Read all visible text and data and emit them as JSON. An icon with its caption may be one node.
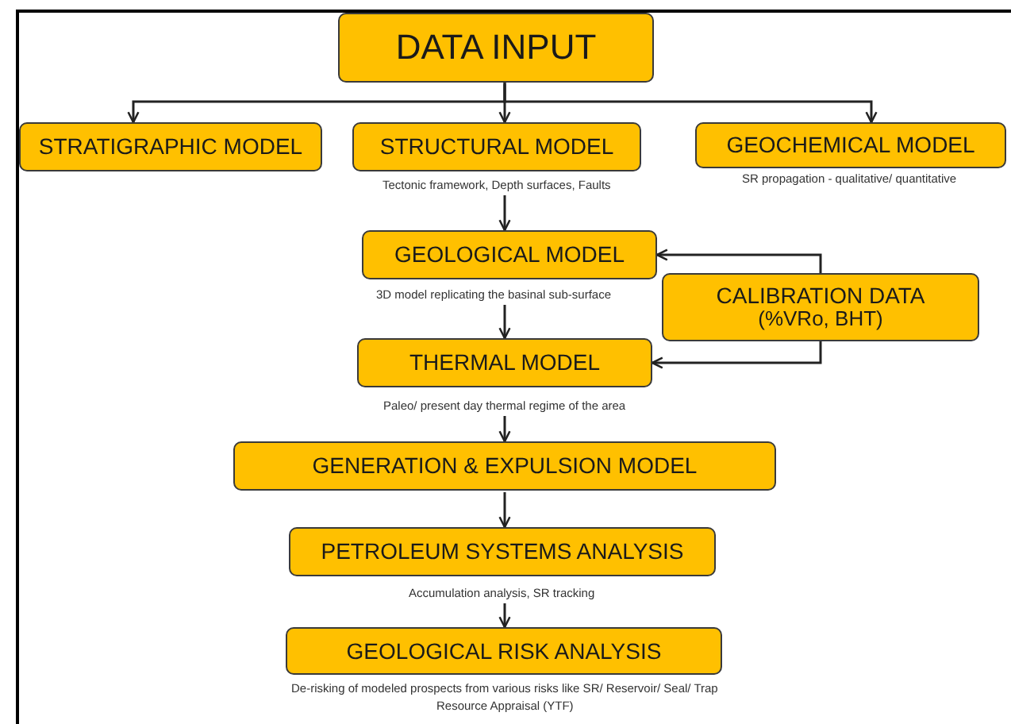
{
  "diagram": {
    "nodes": [
      {
        "text": [
          "DATA INPUT"
        ]
      },
      {
        "text": [
          "STRATIGRAPHIC MODEL"
        ]
      },
      {
        "text": [
          "STRUCTURAL MODEL"
        ],
        "beside": [
          "Tectonic framework, Depth surfaces, Faults"
        ]
      },
      {
        "text": [
          "GEOCHEMICAL MODEL"
        ],
        "beside": [
          "SR propagation - qualitative/ quantitative"
        ]
      },
      {
        "text": [
          "GEOLOGICAL MODEL"
        ],
        "beside": [
          "3D model replicating the basinal sub-surface"
        ]
      },
      {
        "text": [
          "CALIBRATION DATA",
          "(%VRo, BHT)"
        ]
      },
      {
        "text": [
          "THERMAL MODEL"
        ],
        "beside": [
          "Paleo/ present day thermal regime of the area"
        ]
      },
      {
        "text": [
          "GENERATION & EXPULSION MODEL"
        ]
      },
      {
        "text": [
          "PETROLEUM SYSTEMS ANALYSIS"
        ],
        "beside": [
          "Accumulation analysis, SR tracking"
        ]
      },
      {
        "text": [
          "GEOLOGICAL RISK ANALYSIS"
        ],
        "beside": [
          "De-risking of modeled prospects from various risks like SR/ Reservoir/ Seal/ Trap",
          "Resource Appraisal (YTF)"
        ]
      }
    ],
    "edges": [
      {
        "from": 0,
        "to": 1,
        "arrow": "to"
      },
      {
        "from": 0,
        "to": 2,
        "arrow": "to"
      },
      {
        "from": 0,
        "to": 3,
        "arrow": "to"
      },
      {
        "from": 2,
        "to": 4,
        "arrow": "to"
      },
      {
        "from": 5,
        "to": 4,
        "arrow": "to"
      },
      {
        "from": 4,
        "to": 6,
        "arrow": "to"
      },
      {
        "from": 5,
        "to": 6,
        "arrow": "to"
      },
      {
        "from": 6,
        "to": 7,
        "arrow": "to"
      },
      {
        "from": 7,
        "to": 8,
        "arrow": "to"
      },
      {
        "from": 8,
        "to": 9,
        "arrow": "to"
      }
    ]
  }
}
